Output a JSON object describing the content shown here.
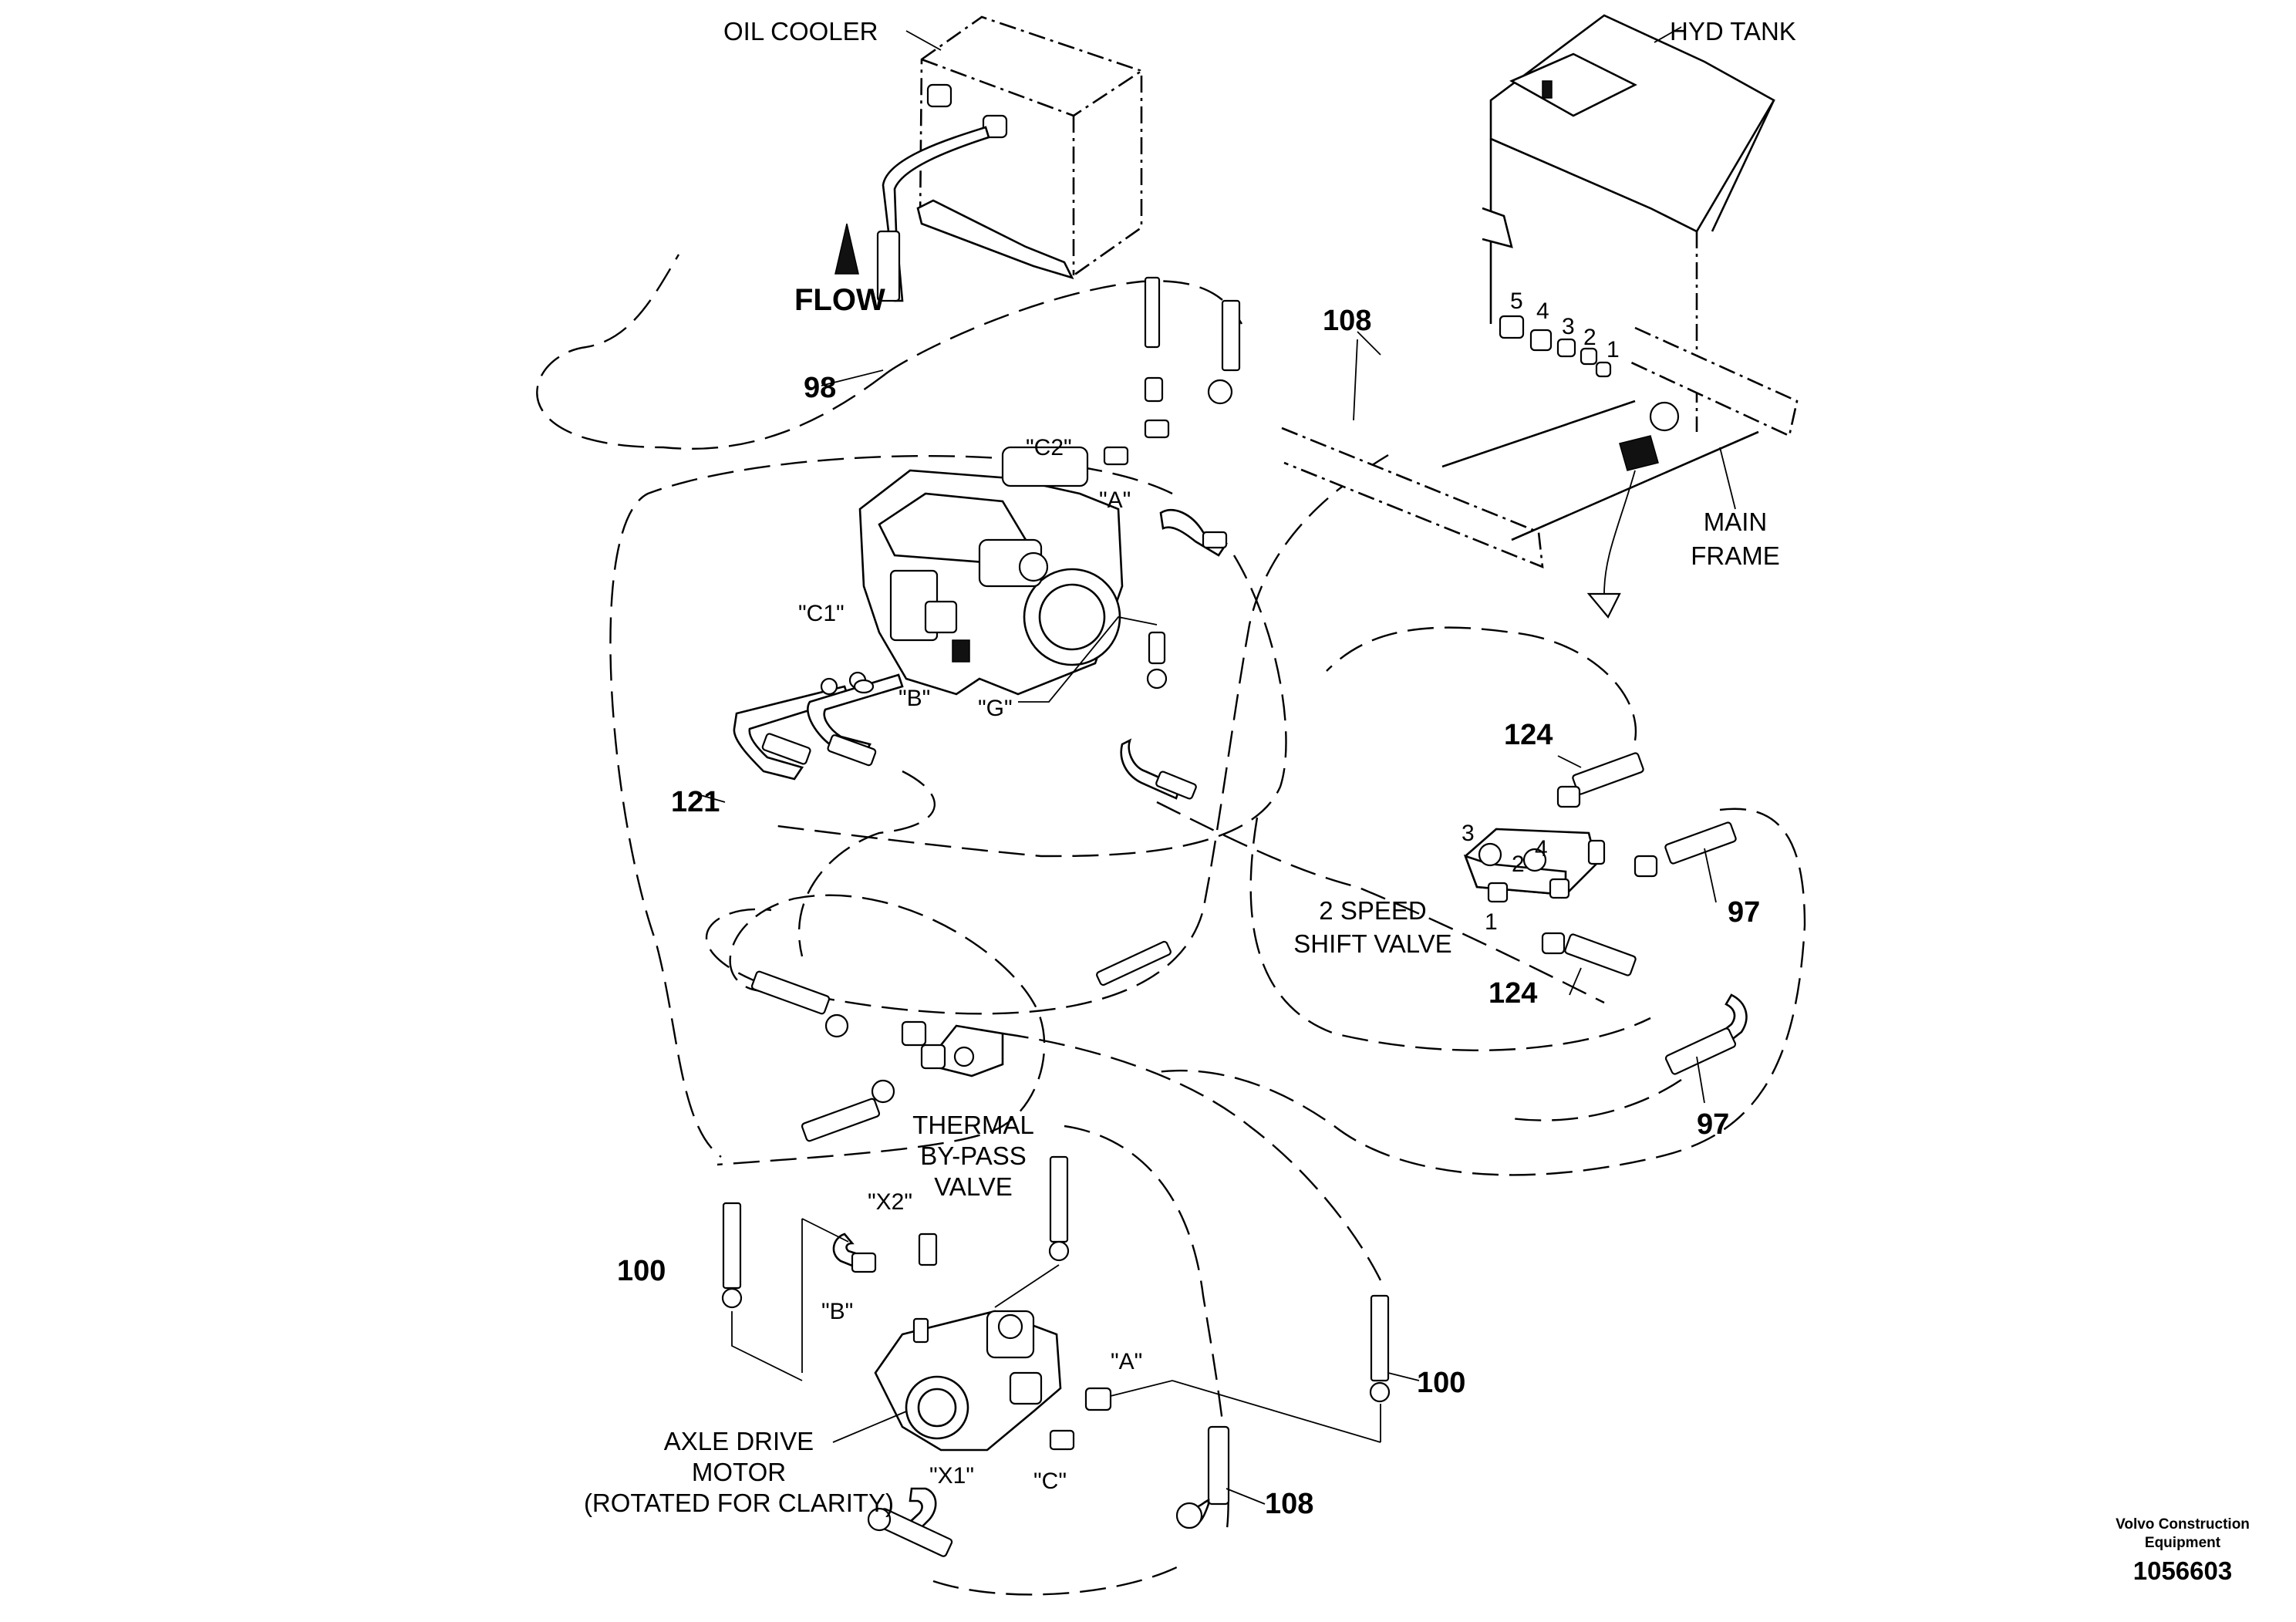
{
  "labels": {
    "oil_cooler": "OIL COOLER",
    "hyd_tank": "HYD TANK",
    "flow": "FLOW",
    "main_frame_1": "MAIN",
    "main_frame_2": "FRAME",
    "two_speed_1": "2 SPEED",
    "two_speed_2": "SHIFT VALVE",
    "thermal_1": "THERMAL",
    "thermal_2": "BY-PASS",
    "thermal_3": "VALVE",
    "axle_1": "AXLE DRIVE",
    "axle_2": "MOTOR",
    "axle_3": "(ROTATED FOR CLARITY)"
  },
  "ports": {
    "c2": "\"C2\"",
    "a_pump": "\"A\"",
    "c1": "\"C1\"",
    "b_pump": "\"B\"",
    "g": "\"G\"",
    "x2": "\"X2\"",
    "b_motor": "\"B\"",
    "a_motor": "\"A\"",
    "x1": "\"X1\"",
    "c_motor": "\"C\""
  },
  "tank_ports": [
    "5",
    "4",
    "3",
    "2",
    "1"
  ],
  "valve_ports": [
    "3",
    "2",
    "4",
    "1"
  ],
  "callouts": {
    "p98": "98",
    "p108_top": "108",
    "p121": "121",
    "p124_top": "124",
    "p97_right": "97",
    "p124_bottom": "124",
    "p97_bottom": "97",
    "p100_left": "100",
    "p100_right": "100",
    "p108_bottom": "108"
  },
  "footer": {
    "company_1": "Volvo Construction",
    "company_2": "Equipment",
    "doc_number": "1056603"
  }
}
